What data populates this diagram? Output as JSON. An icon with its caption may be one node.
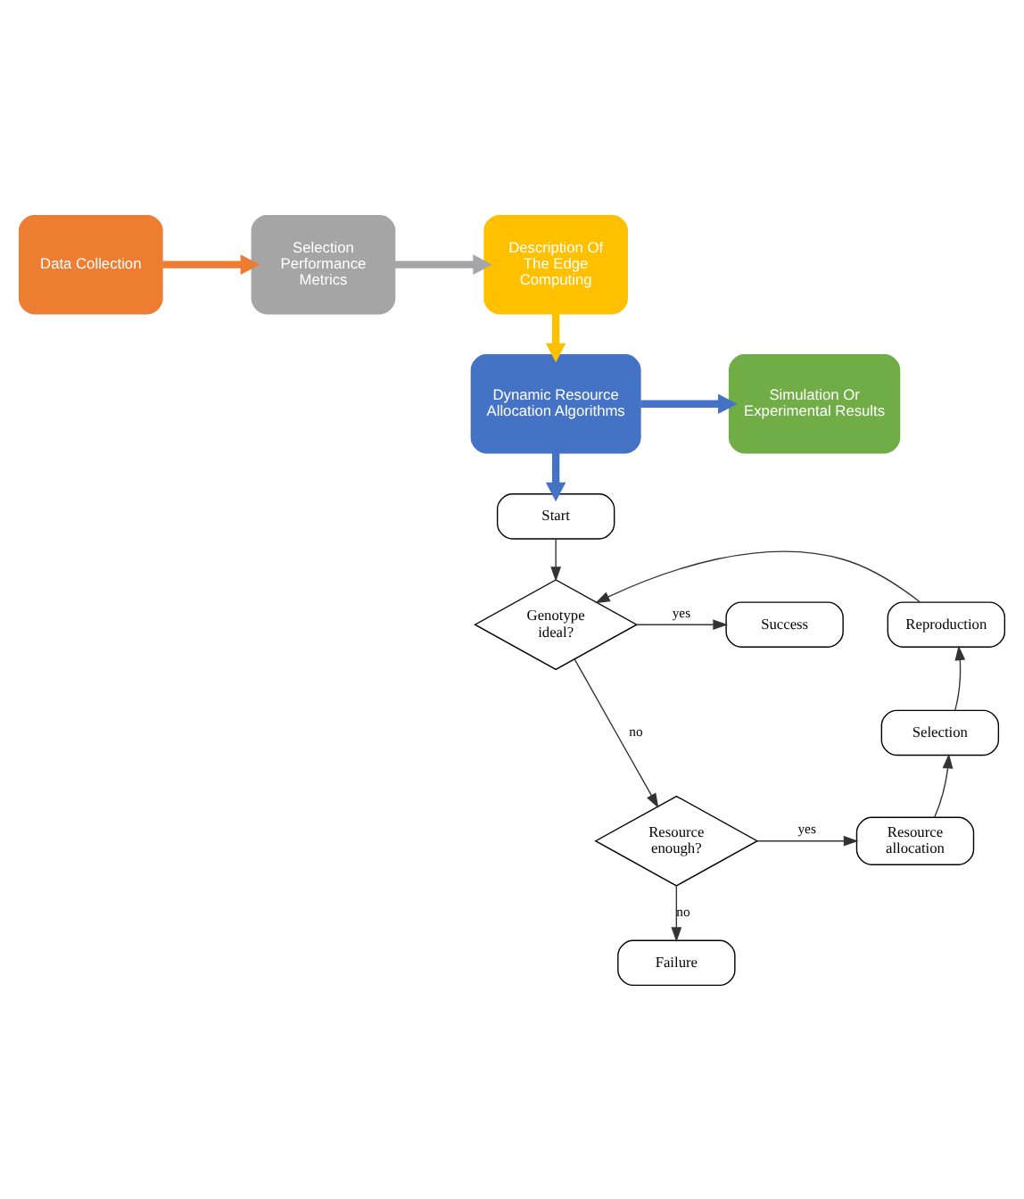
{
  "diagram": {
    "nodes": [
      {
        "text": [
          "Data Collection"
        ]
      },
      {
        "text": [
          "Selection Performance Metrics"
        ]
      },
      {
        "text": [
          "Description Of The Edge Computing"
        ]
      },
      {
        "text": [
          "Dynamic Resource Allocation Algorithms"
        ]
      },
      {
        "text": [
          "Simulation Or Experimental Results"
        ]
      },
      {
        "text": [
          "Start"
        ]
      },
      {
        "text": [
          "Genotype ideal?"
        ]
      },
      {
        "text": [
          "Success"
        ]
      },
      {
        "text": [
          "Reproduction"
        ]
      },
      {
        "text": [
          "Selection"
        ]
      },
      {
        "text": [
          "Failure"
        ]
      },
      {
        "text": [
          "Resource enough?"
        ]
      },
      {
        "text": [
          "Resource allocation"
        ]
      }
    ],
    "edges": [
      {
        "from": 0,
        "to": 1,
        "arrow": "to",
        "style": "thick",
        "color": "#ed7d31"
      },
      {
        "from": 1,
        "to": 2,
        "arrow": "to",
        "style": "thick",
        "color": "#a5a5a5"
      },
      {
        "from": 2,
        "to": 3,
        "arrow": "to",
        "style": "thick",
        "color": "#ffc000"
      },
      {
        "from": 3,
        "to": 4,
        "arrow": "to",
        "style": "thick",
        "color": "#4472c4"
      },
      {
        "from": 3,
        "to": 5,
        "arrow": "to",
        "style": "thick",
        "color": "#4472c4"
      },
      {
        "from": 5,
        "to": 6,
        "arrow": "to"
      },
      {
        "from": 6,
        "to": 7,
        "arrow": "to",
        "label": "yes"
      },
      {
        "from": 6,
        "to": 11,
        "arrow": "to",
        "label": "no"
      },
      {
        "from": 11,
        "to": 10,
        "arrow": "to",
        "label": "no"
      },
      {
        "from": 11,
        "to": 12,
        "arrow": "to",
        "label": "yes"
      },
      {
        "from": 12,
        "to": 9,
        "arrow": "to"
      },
      {
        "from": 9,
        "to": 8,
        "arrow": "to"
      },
      {
        "from": 8,
        "to": 6,
        "arrow": "to"
      }
    ]
  }
}
